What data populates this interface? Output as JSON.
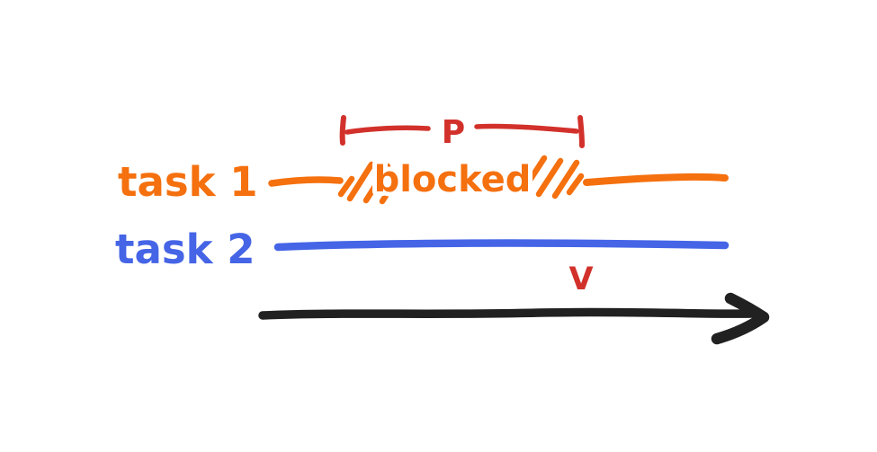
{
  "diagram": {
    "labels": {
      "task1": "task 1",
      "task2": "task 2",
      "blocked": "blocked",
      "p_marker": "P",
      "v_marker": "V"
    },
    "colors": {
      "orange": "#F5700E",
      "red": "#D2312B",
      "blue": "#4565E6",
      "black": "#212121",
      "background": "#FFFFFF",
      "text_outline": "#FFFFFF"
    }
  }
}
